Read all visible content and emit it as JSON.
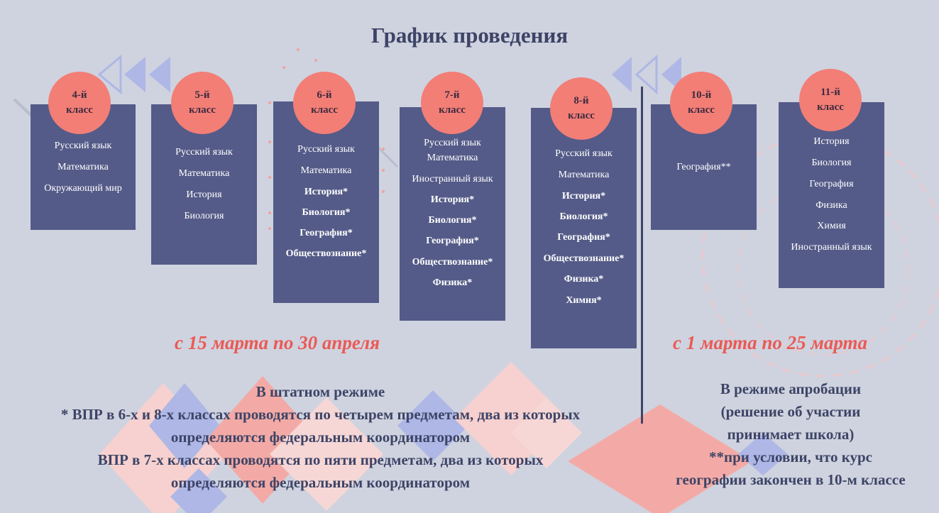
{
  "title": "График проведения",
  "classes": [
    {
      "label1": "4-й",
      "label2": "класс",
      "subjects": [
        {
          "t": "Русский язык",
          "b": false
        },
        {
          "t": "Математика",
          "b": false
        },
        {
          "t": "Окружающий мир",
          "b": false
        }
      ]
    },
    {
      "label1": "5-й",
      "label2": "класс",
      "subjects": [
        {
          "t": "Русский язык",
          "b": false
        },
        {
          "t": "Математика",
          "b": false
        },
        {
          "t": "История",
          "b": false
        },
        {
          "t": "Биология",
          "b": false
        }
      ]
    },
    {
      "label1": "6-й",
      "label2": "класс",
      "subjects": [
        {
          "t": "Русский язык",
          "b": false
        },
        {
          "t": "Математика",
          "b": false
        },
        {
          "t": "История*",
          "b": true
        },
        {
          "t": "Биология*",
          "b": true
        },
        {
          "t": "География*",
          "b": true
        },
        {
          "t": "Обществознание*",
          "b": true
        }
      ]
    },
    {
      "label1": "7-й",
      "label2": "класс",
      "subjects": [
        {
          "t": "Русский язык",
          "b": false
        },
        {
          "t": "Математика",
          "b": false
        },
        {
          "t": "Иностранный язык",
          "b": false
        },
        {
          "t": "История*",
          "b": true
        },
        {
          "t": "Биология*",
          "b": true
        },
        {
          "t": "География*",
          "b": true
        },
        {
          "t": "Обществознание*",
          "b": true
        },
        {
          "t": "Физика*",
          "b": true
        }
      ]
    },
    {
      "label1": "8-й",
      "label2": "класс",
      "subjects": [
        {
          "t": "Русский язык",
          "b": false
        },
        {
          "t": "Математика",
          "b": false
        },
        {
          "t": "История*",
          "b": true
        },
        {
          "t": "Биология*",
          "b": true
        },
        {
          "t": "География*",
          "b": true
        },
        {
          "t": "Обществознание*",
          "b": true
        },
        {
          "t": "Физика*",
          "b": true
        },
        {
          "t": "Химия*",
          "b": true
        }
      ]
    },
    {
      "label1": "10-й",
      "label2": "класс",
      "subjects": [
        {
          "t": "География**",
          "b": false
        }
      ]
    },
    {
      "label1": "11-й",
      "label2": "класс",
      "subjects": [
        {
          "t": "История",
          "b": false
        },
        {
          "t": "Биология",
          "b": false
        },
        {
          "t": "География",
          "b": false
        },
        {
          "t": "Физика",
          "b": false
        },
        {
          "t": "Химия",
          "b": false
        },
        {
          "t": "Иностранный язык",
          "b": false
        }
      ]
    }
  ],
  "period_left": "с 15 марта по 30 апреля",
  "period_right": "с 1 марта по 25 марта",
  "note_left": {
    "heading": "В штатном режиме",
    "line1": "* ВПР в 6-х и 8-х классах проводятся по четырем предметам, два из которых",
    "line2": "определяются федеральным координатором",
    "line3": "ВПР в 7-х классах проводятся по пяти предметам, два из которых",
    "line4": "определяются федеральным координатором"
  },
  "note_right": {
    "line1": "В режиме апробации",
    "line2": "(решение об участии",
    "line3": "принимает школа)",
    "line4": "**при условии, что курс",
    "line5": "географии закончен в 10-м классе"
  },
  "colors": {
    "card": "#545b88",
    "badge": "#f27e76",
    "accent": "#ea5a55",
    "text": "#3d4466",
    "background": "#cfd3df"
  }
}
